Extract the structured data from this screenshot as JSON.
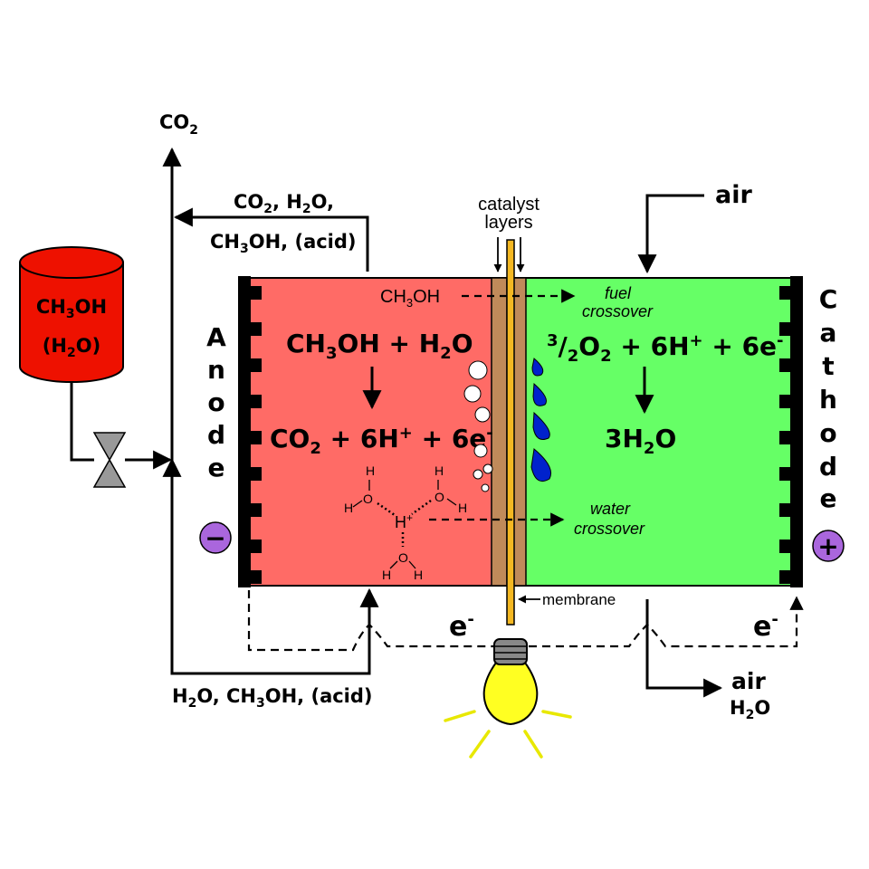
{
  "colors": {
    "anode": "#ff6b66",
    "cathode": "#66ff66",
    "tank": "#ee1100",
    "membrane": "#f4b822",
    "catalyst": "#c08a5a",
    "bulb": "#ffff22",
    "terminal": "#aa66dd",
    "droplet": "#0022cc"
  },
  "labels": {
    "co2_out": "CO",
    "co2_out_sub": "2",
    "exhaust_line1": {
      "a": "CO",
      "a_sub": "2",
      "b": ", H",
      "b_sub": "2",
      "c": "O,"
    },
    "exhaust_line2": {
      "a": "CH",
      "a_sub": "3",
      "b": "OH, (acid)"
    },
    "tank_line1": {
      "a": "CH",
      "a_sub": "3",
      "b": "OH"
    },
    "tank_line2": {
      "a": "(H",
      "a_sub": "2",
      "b": "O)"
    },
    "anode_letters": [
      "A",
      "n",
      "o",
      "d",
      "e"
    ],
    "cathode_letters": [
      "C",
      "a",
      "t",
      "h",
      "o",
      "d",
      "e"
    ],
    "anode_reaction_top": {
      "a": "CH",
      "a_sub": "3",
      "b": "OH + H",
      "b_sub": "2",
      "c": "O"
    },
    "anode_reaction_bottom": {
      "a": "CO",
      "a_sub": "2",
      "b": " + 6H",
      "b_sup": "+",
      "c": " + 6e",
      "c_sup": "-"
    },
    "cathode_reaction_top": {
      "pre_sup": "3",
      "a": "/",
      "a_sub": "2",
      "b": "O",
      "b_sub": "2",
      "c": " + 6H",
      "c_sup": "+",
      "d": " + 6e",
      "d_sup": "-"
    },
    "cathode_reaction_bottom": {
      "a": "3H",
      "a_sub": "2",
      "b": "O"
    },
    "fuel_ch3oh": {
      "a": "CH",
      "a_sub": "3",
      "b": "OH"
    },
    "fuel_crossover": [
      "fuel",
      "crossover"
    ],
    "water_crossover": [
      "water",
      "crossover"
    ],
    "catalyst_layers": [
      "catalyst",
      "layers"
    ],
    "air_in": "air",
    "air_out": "air",
    "h2o_out": {
      "a": "H",
      "a_sub": "2",
      "b": "O"
    },
    "membrane": "membrane",
    "electron_left": {
      "a": "e",
      "sup": "-"
    },
    "electron_right": {
      "a": "e",
      "sup": "-"
    },
    "return_line": {
      "a": "H",
      "a_sub": "2",
      "b": "O, CH",
      "b_sub": "3",
      "c": "OH, (acid)"
    },
    "minus": "−",
    "plus": "+",
    "h_plus": {
      "a": "H",
      "sup": "+"
    },
    "hydronium_h": "H",
    "hydronium_o": "O"
  }
}
